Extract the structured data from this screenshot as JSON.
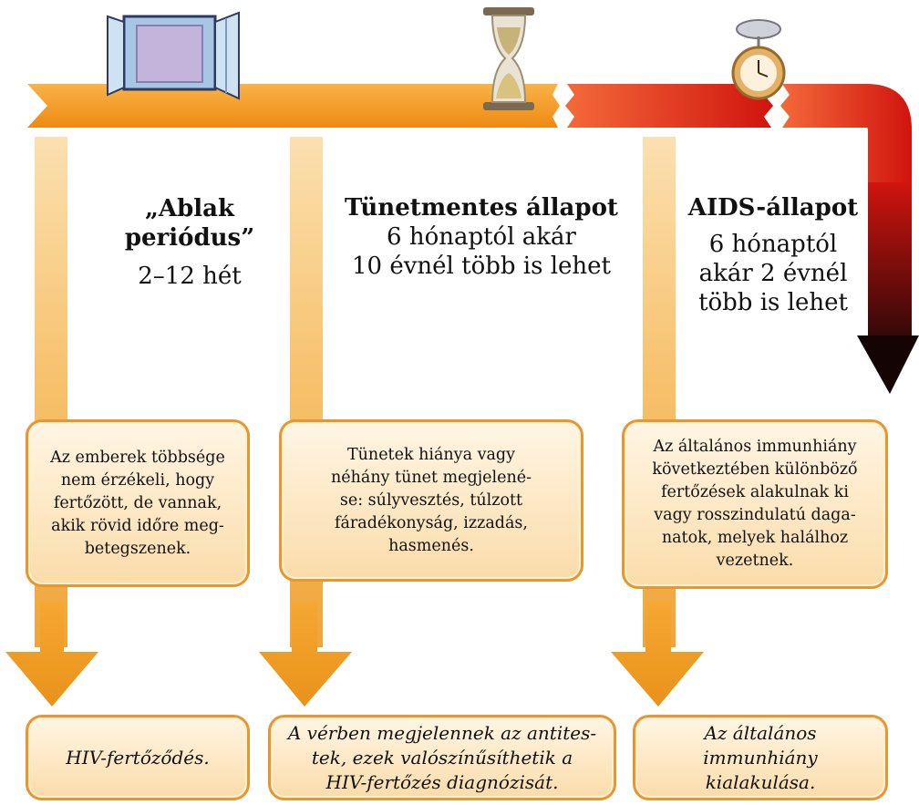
{
  "colors": {
    "orange": "#f39a1e",
    "red": "#d81c12",
    "column": "#f6b44e",
    "box_border": "#e8962e",
    "box_fill": "#fde6bd"
  },
  "icons": [
    "window-icon",
    "hourglass-icon",
    "alarm-clock-icon"
  ],
  "stages": [
    {
      "title": "„Ablak periódus”",
      "duration": "2–12 hét",
      "description": "Az emberek többsége\nnem érzékeli, hogy\nfertőzött, de vannak,\nakik rövid időre meg-\nbetegszenek.",
      "result": "HIV-fertőződés."
    },
    {
      "title": "Tünetmentes állapot",
      "duration": "6 hónaptól akár\n10 évnél több is lehet",
      "description": "Tünetek hiánya vagy\nnéhány tünet megjelené-\nse: súlyvesztés, túlzott\nfáradékonyság, izzadás,\nhasmenés.",
      "result": "A vérben megjelennek az antites-\ntek, ezek valószínűsíthetik a\nHIV-fertőzés diagnózisát."
    },
    {
      "title": "AIDS-állapot",
      "duration": "6 hónaptól\nakár 2 évnél\ntöbb is lehet",
      "description": "Az általános immunhiány\nkövetkeztében különböző\nfertőzések alakulnak ki\nvagy rosszindulatú daga-\nnatok, melyek halálhoz\nvezetnek.",
      "result": "Az általános\nimmunhiány\nkialakulása."
    }
  ]
}
